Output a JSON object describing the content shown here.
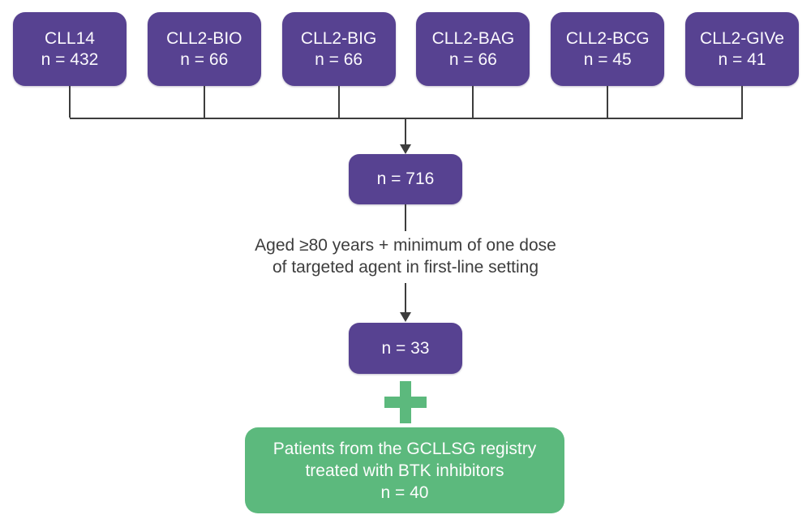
{
  "colors": {
    "purple": "#574291",
    "green": "#5CB97D",
    "line": "#3D3D3D",
    "text": "#3D3D3D",
    "box_text": "#FBF9FD",
    "background": "#FFFFFF"
  },
  "flowchart": {
    "trials": [
      {
        "name": "CLL14",
        "n": "n = 432"
      },
      {
        "name": "CLL2-BIO",
        "n": "n = 66"
      },
      {
        "name": "CLL2-BIG",
        "n": "n = 66"
      },
      {
        "name": "CLL2-BAG",
        "n": "n = 66"
      },
      {
        "name": "CLL2-BCG",
        "n": "n = 45"
      },
      {
        "name": "CLL2-GIVe",
        "n": "n = 41"
      }
    ],
    "pooled_box": {
      "n": "n = 716"
    },
    "filter_criteria": {
      "line1": "Aged ≥80 years + minimum of one dose",
      "line2": "of targeted agent in first-line setting"
    },
    "filtered_box": {
      "n": "n = 33"
    },
    "plus_icon": "plus",
    "registry_box": {
      "line1": "Patients from the GCLLSG registry",
      "line2": "treated with BTK inhibitors",
      "n": "n = 40"
    }
  }
}
